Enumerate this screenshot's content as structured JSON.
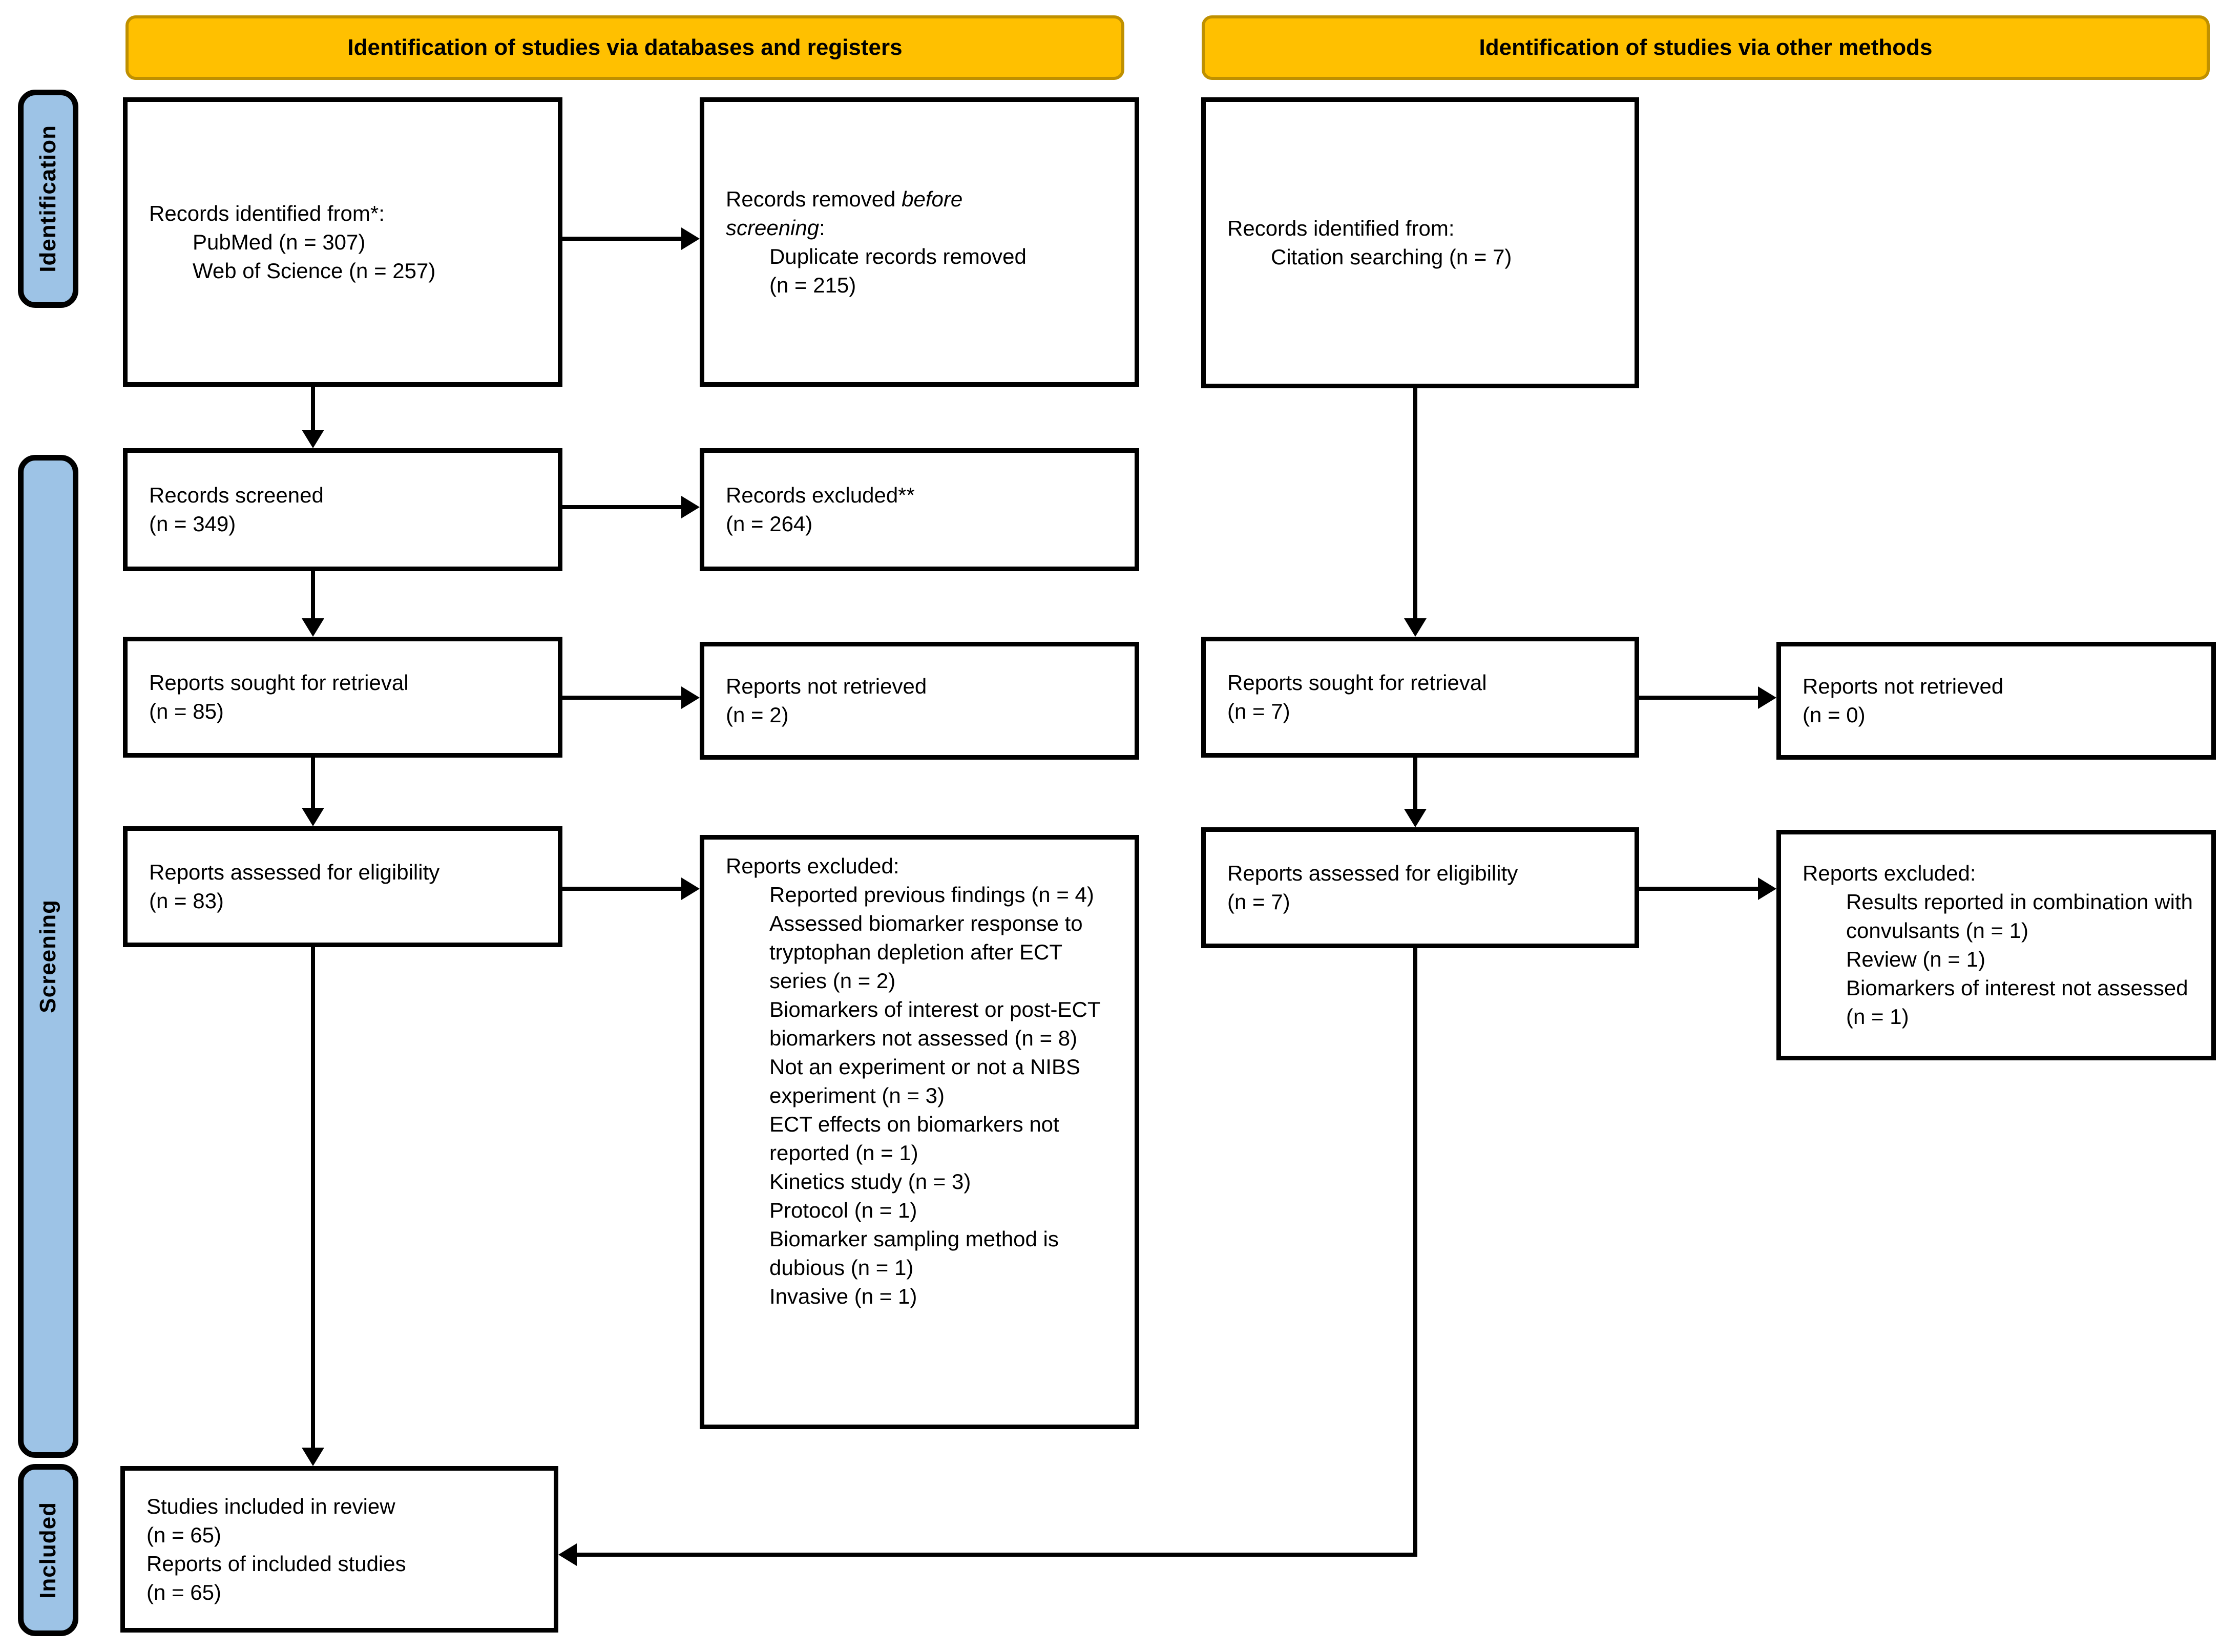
{
  "headers": {
    "databases": "Identification of studies via databases and registers",
    "other": "Identification of studies via other methods"
  },
  "sidebar": {
    "identification": "Identification",
    "screening": "Screening",
    "included": "Included"
  },
  "colors": {
    "header_fill": "#FFC000",
    "header_border": "#BF9000",
    "sidebar_fill": "#9DC3E6",
    "box_border": "#000000"
  },
  "boxes": {
    "records_identified_db": {
      "lines": [
        {
          "indent": 0,
          "text": "Records identified from*:"
        },
        {
          "indent": 1,
          "text": "PubMed (n = 307)"
        },
        {
          "indent": 1,
          "text": "Web of Science (n = 257)"
        }
      ]
    },
    "records_removed": {
      "lines": [
        {
          "indent": 0,
          "segments": [
            {
              "text": "Records removed "
            },
            {
              "text": "before",
              "italic": true
            }
          ]
        },
        {
          "indent": 0,
          "segments": [
            {
              "text": "screening",
              "italic": true
            },
            {
              "text": ":"
            }
          ]
        },
        {
          "indent": 1,
          "text": "Duplicate records removed"
        },
        {
          "indent": 1,
          "text": "(n = 215)"
        }
      ]
    },
    "records_identified_other": {
      "lines": [
        {
          "indent": 0,
          "text": "Records identified from:"
        },
        {
          "indent": 1,
          "text": "Citation searching (n = 7)"
        }
      ]
    },
    "records_screened": {
      "lines": [
        {
          "indent": 0,
          "text": "Records screened"
        },
        {
          "indent": 0,
          "text": "(n = 349)"
        }
      ]
    },
    "records_excluded": {
      "lines": [
        {
          "indent": 0,
          "text": "Records excluded**"
        },
        {
          "indent": 0,
          "text": "(n = 264)"
        }
      ]
    },
    "reports_sought_db": {
      "lines": [
        {
          "indent": 0,
          "text": "Reports sought for retrieval"
        },
        {
          "indent": 0,
          "text": "(n = 85)"
        }
      ]
    },
    "reports_not_retrieved_db": {
      "lines": [
        {
          "indent": 0,
          "text": "Reports not retrieved"
        },
        {
          "indent": 0,
          "text": "(n = 2)"
        }
      ]
    },
    "reports_sought_other": {
      "lines": [
        {
          "indent": 0,
          "text": "Reports sought for retrieval"
        },
        {
          "indent": 0,
          "text": "(n = 7)"
        }
      ]
    },
    "reports_not_retrieved_other": {
      "lines": [
        {
          "indent": 0,
          "text": "Reports not retrieved"
        },
        {
          "indent": 0,
          "text": "(n = 0)"
        }
      ]
    },
    "reports_assessed_db": {
      "lines": [
        {
          "indent": 0,
          "text": "Reports assessed for eligibility"
        },
        {
          "indent": 0,
          "text": "(n = 83)"
        }
      ]
    },
    "reports_excluded_db": {
      "lines": [
        {
          "indent": 0,
          "text": "Reports excluded:"
        },
        {
          "indent": 1,
          "text": "Reported previous findings (n = 4)"
        },
        {
          "indent": 1,
          "text": "Assessed biomarker response to tryptophan depletion after ECT series (n = 2)"
        },
        {
          "indent": 1,
          "text": "Biomarkers of interest or post-ECT biomarkers not assessed (n = 8)"
        },
        {
          "indent": 1,
          "text": "Not an experiment or not a NIBS experiment (n = 3)"
        },
        {
          "indent": 1,
          "text": "ECT effects on biomarkers not reported (n = 1)"
        },
        {
          "indent": 1,
          "text": "Kinetics study (n = 3)"
        },
        {
          "indent": 1,
          "text": "Protocol (n = 1)"
        },
        {
          "indent": 1,
          "text": "Biomarker sampling method is dubious (n = 1)"
        },
        {
          "indent": 1,
          "text": "Invasive (n = 1)"
        }
      ]
    },
    "reports_assessed_other": {
      "lines": [
        {
          "indent": 0,
          "text": "Reports assessed for eligibility"
        },
        {
          "indent": 0,
          "text": "(n = 7)"
        }
      ]
    },
    "reports_excluded_other": {
      "lines": [
        {
          "indent": 0,
          "text": "Reports excluded:"
        },
        {
          "indent": 1,
          "text": "Results reported in combination with convulsants (n = 1)"
        },
        {
          "indent": 1,
          "text": "Review (n = 1)"
        },
        {
          "indent": 1,
          "text": "Biomarkers of interest not assessed (n = 1)"
        }
      ]
    },
    "included": {
      "lines": [
        {
          "indent": 0,
          "text": "Studies included in review"
        },
        {
          "indent": 0,
          "text": "(n = 65)"
        },
        {
          "indent": 0,
          "text": "Reports of included studies"
        },
        {
          "indent": 0,
          "text": "(n = 65)"
        }
      ]
    }
  }
}
